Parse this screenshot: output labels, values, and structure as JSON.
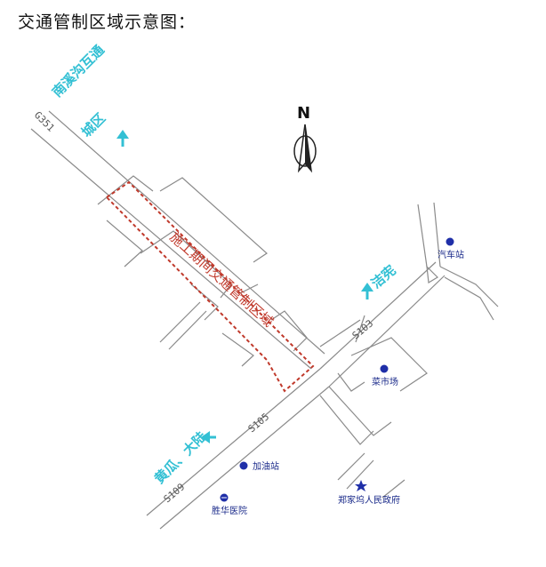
{
  "page": {
    "title": "交通管制区域示意图："
  },
  "map": {
    "north_label": "N",
    "zone_label": "施工期间交通管制区域",
    "roads": {
      "g351": "G351",
      "s103": "S103",
      "s105": "S105",
      "s109": "S109"
    },
    "directions": {
      "to_interchange": "南溪沟互通",
      "to_city": "城区",
      "to_jiexian": "洁宪",
      "to_huanggua_dalu": "黄瓜、大陆"
    },
    "pois": {
      "bus_station": "汽车站",
      "market": "菜市场",
      "gas_station": "加油站",
      "hospital": "胜华医院",
      "government": "郑家坞人民政府"
    },
    "colors": {
      "direction_text": "#33c0d4",
      "poi_marker": "#1f2fa8",
      "zone_outline": "#c0392b",
      "road_line": "#8a8a8a"
    }
  }
}
